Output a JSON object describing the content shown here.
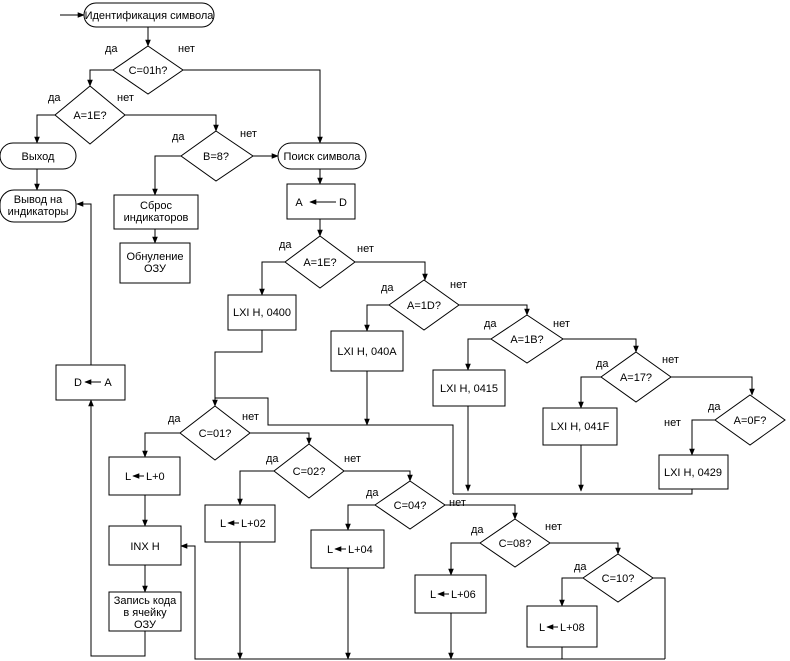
{
  "nodes": {
    "start": "Идентификация символа",
    "c01h": "С=01h?",
    "a1e_left": "А=1Е?",
    "vyhod": "Выход",
    "vyvod_1": "Вывод на",
    "vyvod_2": "индикаторы",
    "b8": "В=8?",
    "poisk": "Поиск символа",
    "ad_a": "А",
    "ad_d": "D",
    "sbros_1": "Сброс",
    "sbros_2": "индикаторов",
    "obnul_1": "Обнуление",
    "obnul_2": "ОЗУ",
    "a1e_mid": "А=1Е?",
    "lxi0400": "LXI H, 0400",
    "a1d": "А=1D?",
    "lxi040a": "LXI H, 040A",
    "a1b": "А=1В?",
    "lxi0415": "LXI H, 0415",
    "a17": "А=17?",
    "lxi041f": "LXI H, 041F",
    "a0f": "А=0F?",
    "lxi0429": "LXI H, 0429",
    "da_d": "D",
    "da_a": "A",
    "c01": "С=01?",
    "l0_l": "L",
    "l0_r": "L+0",
    "c02": "С=02?",
    "l02_l": "L",
    "l02_r": "L+02",
    "c04": "С=04?",
    "l04_l": "L",
    "l04_r": "L+04",
    "c08": "С=08?",
    "l06_l": "L",
    "l06_r": "L+06",
    "c10": "С=10?",
    "l08_l": "L",
    "l08_r": "L+08",
    "inx": "INX H",
    "zap_1": "Запись кода",
    "zap_2": "в ячейку",
    "zap_3": "ОЗУ"
  },
  "branch": {
    "yes": "да",
    "no": "нет"
  }
}
